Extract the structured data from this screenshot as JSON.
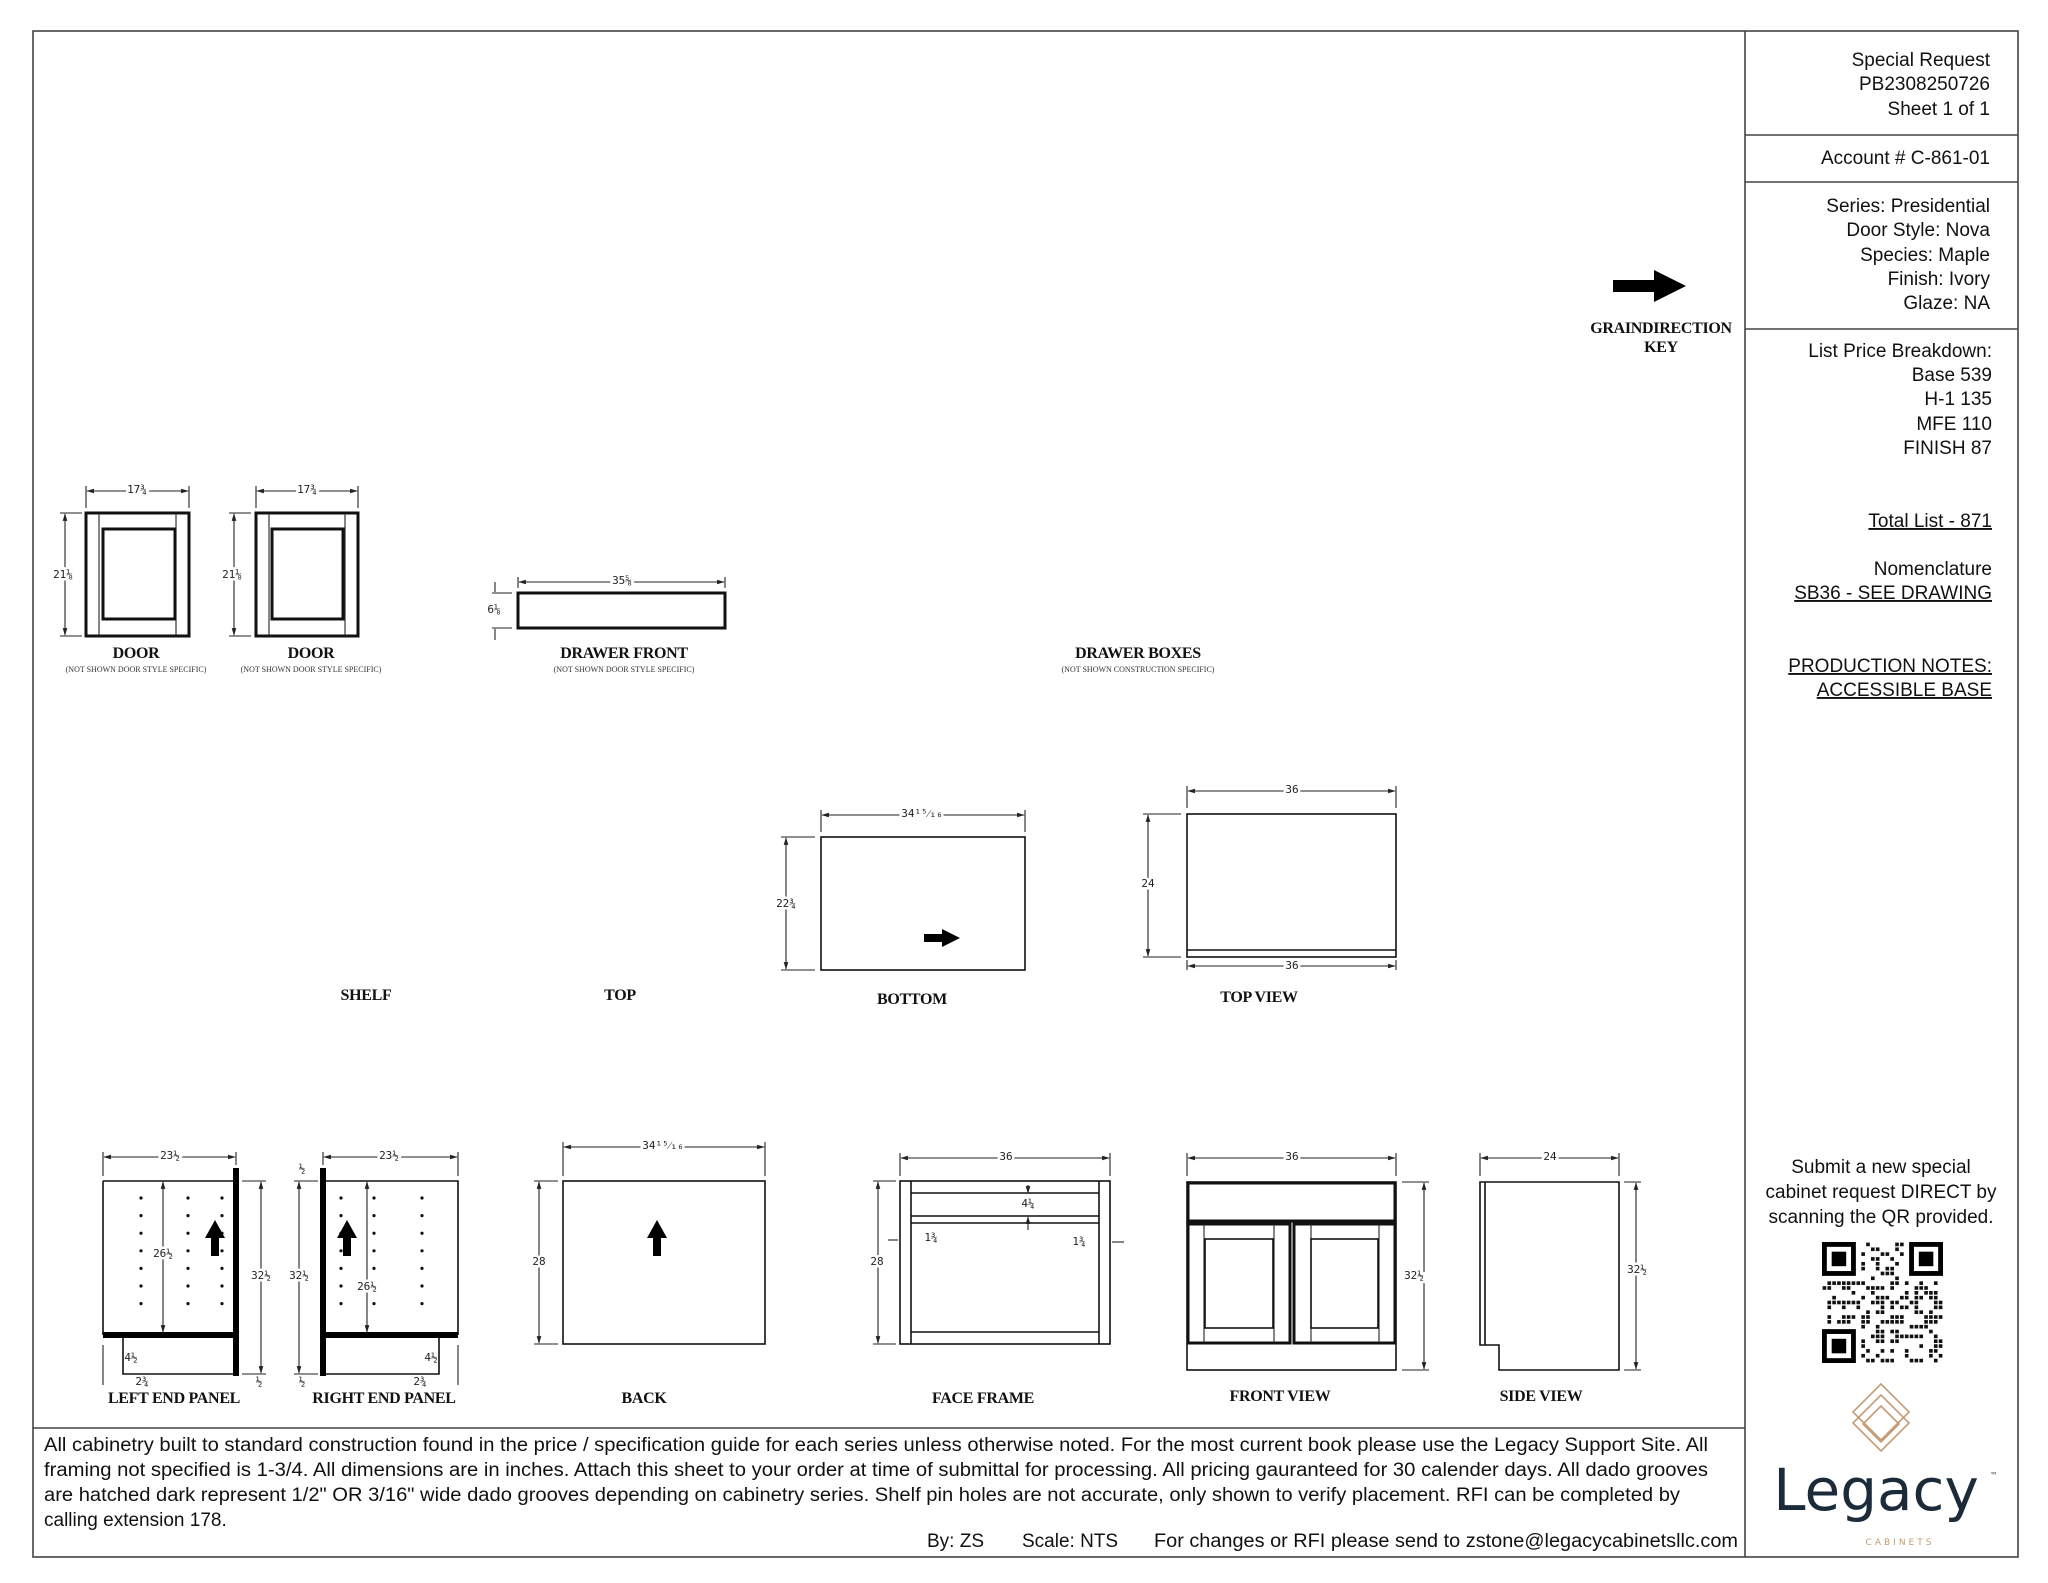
{
  "header": {
    "request_type": "Special Request",
    "request_number": "PB2308250726",
    "sheet": "Sheet 1 of 1",
    "account": "Account # C-861-01"
  },
  "specs": {
    "series": "Series: Presidential",
    "door_style": "Door Style: Nova",
    "species": "Species: Maple",
    "finish": "Finish: Ivory",
    "glaze": "Glaze: NA"
  },
  "pricing": {
    "title": "List Price Breakdown:",
    "items": [
      "Base 539",
      "H-1 135",
      "MFE 110",
      "FINISH 87"
    ],
    "total": "Total List - 871"
  },
  "nomenclature": {
    "title": "Nomenclature",
    "value": "SB36 - SEE DRAWING"
  },
  "production_notes": {
    "title": "PRODUCTION NOTES:",
    "value": "ACCESSIBLE BASE"
  },
  "grain_key": {
    "line1": "GRAINDIRECTION",
    "line2": "KEY"
  },
  "qr": {
    "line1": "Submit a new special",
    "line2": "cabinet request DIRECT by",
    "line3": "scanning the QR provided."
  },
  "logo": {
    "name": "Legacy",
    "sub": "CABINETS",
    "tm": "™",
    "navy": "#1c2b3a",
    "tan": "#c49b74"
  },
  "drawings": {
    "door1": {
      "label": "DOOR",
      "sub": "(NOT SHOWN DOOR STYLE SPECIFIC)",
      "width": "17¾",
      "height": "21⅛"
    },
    "door2": {
      "label": "DOOR",
      "sub": "(NOT SHOWN DOOR STYLE SPECIFIC)",
      "width": "17¾",
      "height": "21⅛"
    },
    "drawer_front": {
      "label": "DRAWER FRONT",
      "sub": "(NOT SHOWN DOOR STYLE SPECIFIC)",
      "width": "35⅝",
      "height": "6⅛"
    },
    "drawer_boxes": {
      "label": "DRAWER BOXES",
      "sub": "(NOT SHOWN CONSTRUCTION SPECIFIC)"
    },
    "shelf": {
      "label": "SHELF"
    },
    "top": {
      "label": "TOP"
    },
    "bottom": {
      "label": "BOTTOM",
      "width": "34¹⁵⁄₁₆",
      "depth": "22¾"
    },
    "top_view": {
      "label": "TOP VIEW",
      "width_top": "36",
      "width_bottom": "36",
      "depth": "24"
    },
    "left_end_panel": {
      "label": "LEFT END PANEL",
      "width": "23½",
      "height": "32½",
      "interior": "26½",
      "toe_height": "4½",
      "toe_depth": "2¾",
      "dado": "½"
    },
    "right_end_panel": {
      "label": "RIGHT END PANEL",
      "width": "23½",
      "height": "32½",
      "interior": "26½",
      "toe_height": "4½",
      "toe_depth": "2¾",
      "dado_top": "½",
      "dado": "½"
    },
    "back": {
      "label": "BACK",
      "width": "34¹⁵⁄₁₆",
      "height": "28"
    },
    "face_frame": {
      "label": "FACE FRAME",
      "width": "36",
      "height": "28",
      "rail": "4¼",
      "stile_left": "1¾",
      "stile_right": "1¾"
    },
    "front_view": {
      "label": "FRONT VIEW",
      "width": "36",
      "height": "32½"
    },
    "side_view": {
      "label": "SIDE VIEW",
      "width": "24",
      "height": "32½"
    }
  },
  "notes": {
    "line1": "All cabinetry built to standard construction found in the price / specification guide for each series unless otherwise noted. For the most current book please use the Legacy Support Site. All",
    "line2": "framing not specified is 1-3/4. All dimensions are in inches. Attach this sheet to your order at time of submittal for processing. All pricing gauranteed for 30 calender days. All dado grooves",
    "line3": "are hatched dark represent 1/2\" OR 3/16\" wide dado grooves depending on cabinetry series. Shelf pin holes are not accurate, only shown to verify placement. RFI can be completed by",
    "line4": "calling extension 178.",
    "by": "By: ZS",
    "scale": "Scale: NTS",
    "contact": "For changes or RFI please send to zstone@legacycabinetsllc.com"
  }
}
